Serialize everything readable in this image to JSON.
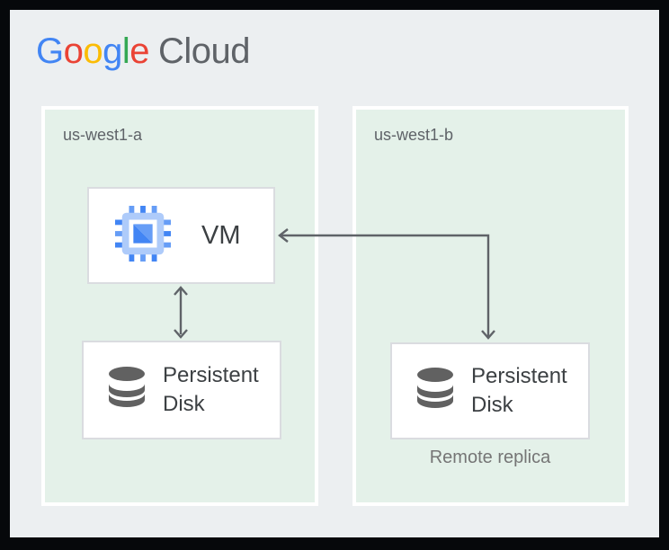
{
  "header": {
    "logo": {
      "letters": [
        {
          "ch": "G",
          "color": "#4285F4"
        },
        {
          "ch": "o",
          "color": "#EA4335"
        },
        {
          "ch": "o",
          "color": "#FBBC05"
        },
        {
          "ch": "g",
          "color": "#4285F4"
        },
        {
          "ch": "l",
          "color": "#34A853"
        },
        {
          "ch": "e",
          "color": "#EA4335"
        }
      ],
      "suffix": "Cloud",
      "suffix_color": "#5F6368"
    }
  },
  "zones": [
    {
      "id": "us-west1-a",
      "label": "us-west1-a",
      "nodes": [
        {
          "id": "vm",
          "label": "VM",
          "icon": "compute-engine-chip-icon"
        },
        {
          "id": "disk-a",
          "label": "Persistent Disk",
          "icon": "persistent-disk-icon"
        }
      ]
    },
    {
      "id": "us-west1-b",
      "label": "us-west1-b",
      "nodes": [
        {
          "id": "disk-b",
          "label": "Persistent Disk",
          "icon": "persistent-disk-icon",
          "caption": "Remote replica"
        }
      ]
    }
  ],
  "connections": [
    {
      "from": "vm",
      "to": "disk-a",
      "style": "straight-vertical",
      "arrowheads": "both"
    },
    {
      "from": "disk-b",
      "to": "vm",
      "style": "elbow",
      "arrowheads": "both"
    }
  ],
  "colors": {
    "frame": "#06080B",
    "canvas_bg": "#ECEFF1",
    "zone_bg": "#E4F1E9",
    "zone_border": "#FFFFFF",
    "node_bg": "#FFFFFF",
    "node_border": "#DADCE0",
    "arrow": "#5F6368",
    "disk_icon": "#616161",
    "chip_body": "#AECBFA",
    "chip_mid_blue": "#669DF6",
    "chip_dark_blue": "#4285F4",
    "text_dark": "#3C4043",
    "zone_label_gray": "#5F6368",
    "caption_gray": "#757575"
  }
}
